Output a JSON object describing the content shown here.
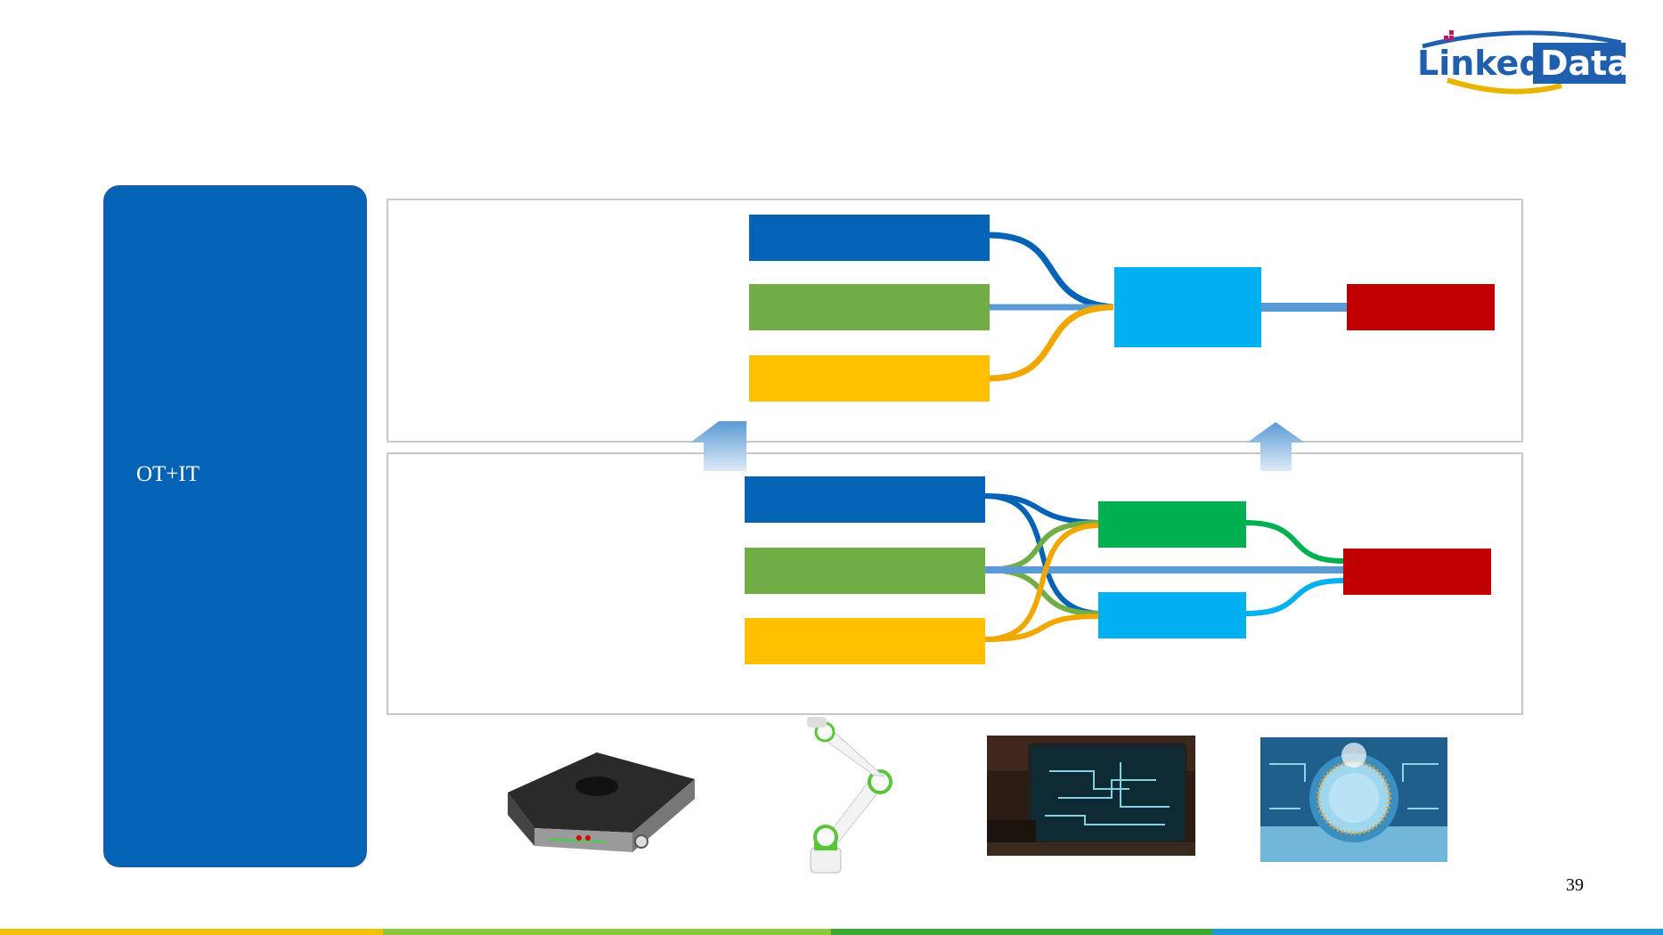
{
  "brand": {
    "logo_text_left": "Linked",
    "logo_text_right": "Data",
    "colors": {
      "blue": "#1F5FAE",
      "magenta": "#C2185B",
      "yellow": "#E8B400"
    }
  },
  "left_panel": {
    "label": "OT+IT",
    "color": "#0463B4"
  },
  "top_diagram": {
    "sources": [
      {
        "color": "#0563B5"
      },
      {
        "color": "#70AD47"
      },
      {
        "color": "#FFC000"
      }
    ],
    "hub": {
      "color": "#00B0F0"
    },
    "target": {
      "color": "#C00000"
    }
  },
  "bottom_diagram": {
    "sources": [
      {
        "color": "#0563B5"
      },
      {
        "color": "#70AD47"
      },
      {
        "color": "#FFC000"
      }
    ],
    "hubs": [
      {
        "color": "#00B050"
      },
      {
        "color": "#00B0F0"
      }
    ],
    "target": {
      "color": "#C00000"
    }
  },
  "arrows": {
    "color_top": "#5B9BD5",
    "color_bottom": "#DEEBF7"
  },
  "images": [
    {
      "icon": "agv-robot-icon"
    },
    {
      "icon": "robot-arm-icon"
    },
    {
      "icon": "monitor-code-icon"
    },
    {
      "icon": "chip-icon"
    }
  ],
  "page_number": "39",
  "footer_colors": [
    "#F2C200",
    "#8DC63F",
    "#3AAA35",
    "#1B9AD6"
  ]
}
